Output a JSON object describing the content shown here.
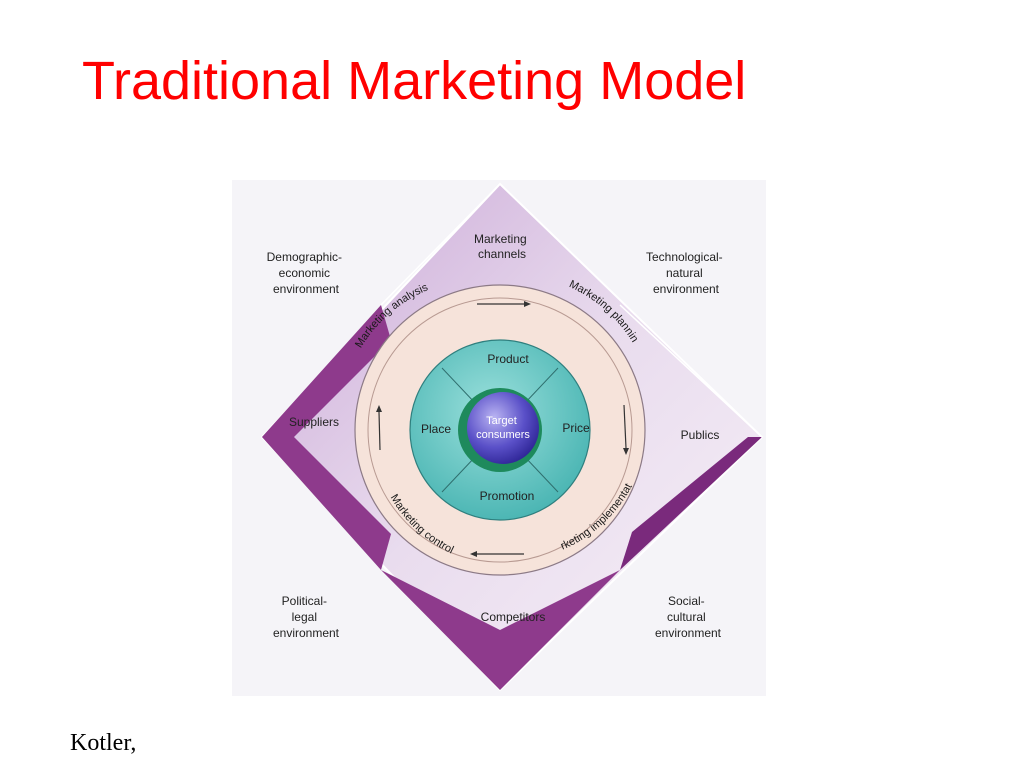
{
  "slide": {
    "title": "Traditional Marketing Model",
    "citation": "Kotler,"
  },
  "diagram": {
    "colors": {
      "title": "#ff0000",
      "outer_purple": "#8e3a8c",
      "diamond_lavender": "#d9c3e0",
      "ring_peach": "#f3d5c8",
      "inner_teal": "#58c2c0",
      "core_blue": "#5a50c8",
      "core_green": "#1e8a5c"
    },
    "corners": {
      "top_left": [
        "Demographic-",
        "economic",
        "environment"
      ],
      "top_right": [
        "Technological-",
        "natural",
        "environment"
      ],
      "bottom_left": [
        "Political-",
        "legal",
        "environment"
      ],
      "bottom_right": [
        "Social-",
        "cultural",
        "environment"
      ]
    },
    "diamond_sides": {
      "top": [
        "Marketing",
        "channels"
      ],
      "left": "Suppliers",
      "right": "Publics",
      "bottom": "Competitors"
    },
    "ring_labels": {
      "top_left": "Marketing analysis",
      "top_right": "Marketing planning",
      "bottom_right": "Marketing implementation",
      "bottom_left": "Marketing control"
    },
    "mix": {
      "top": "Product",
      "left": "Place",
      "right": "Price",
      "bottom": "Promotion"
    },
    "core": [
      "Target",
      "consumers"
    ]
  }
}
